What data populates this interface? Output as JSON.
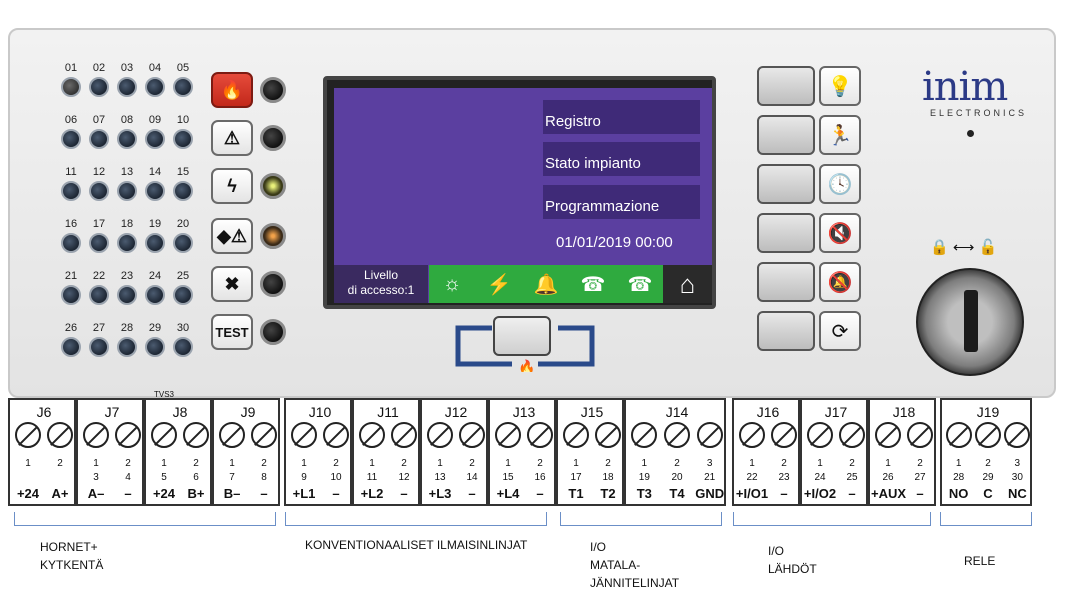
{
  "zones": {
    "row1": [
      "01",
      "02",
      "03",
      "04",
      "05"
    ],
    "row2": [
      "06",
      "07",
      "08",
      "09",
      "10"
    ],
    "row3": [
      "11",
      "12",
      "13",
      "14",
      "15"
    ],
    "row4": [
      "16",
      "17",
      "18",
      "19",
      "20"
    ],
    "row5": [
      "21",
      "22",
      "23",
      "24",
      "25"
    ],
    "row6": [
      "26",
      "27",
      "28",
      "29",
      "30"
    ]
  },
  "status_buttons": [
    {
      "icon": "fire-icon",
      "glyph": "🔥"
    },
    {
      "icon": "warning-icon",
      "glyph": "⚠"
    },
    {
      "icon": "power-fault-icon",
      "glyph": "ϟ"
    },
    {
      "icon": "disabled-icon",
      "glyph": "◆⚠"
    },
    {
      "icon": "cancel-icon",
      "glyph": "✖"
    },
    {
      "icon": "test-icon",
      "glyph": "TEST"
    }
  ],
  "display": {
    "menu": [
      "Registro",
      "Stato impianto",
      "Programmazione"
    ],
    "datetime": "01/01/2019 00:00",
    "level_line1": "Livello",
    "level_line2": "di accesso:1",
    "status_icons": [
      {
        "name": "sun-icon",
        "glyph": "☼"
      },
      {
        "name": "power-plug-icon",
        "glyph": "⚡"
      },
      {
        "name": "bell-icon",
        "glyph": "🔔"
      },
      {
        "name": "fire-call-icon",
        "glyph": "☎"
      },
      {
        "name": "fault-call-icon",
        "glyph": "☎"
      }
    ],
    "home_glyph": "⌂"
  },
  "function_keys": [
    {
      "icon": "lightbulb-icon",
      "glyph": "💡"
    },
    {
      "icon": "evacuation-icon",
      "glyph": "🏃"
    },
    {
      "icon": "clock-icon",
      "glyph": "🕓"
    },
    {
      "icon": "silence-buzzer-icon",
      "glyph": "🔇"
    },
    {
      "icon": "silence-alarm-icon",
      "glyph": "🔕"
    },
    {
      "icon": "reset-icon",
      "glyph": "⟳"
    }
  ],
  "brand": {
    "name": "inim",
    "sub": "ELECTRONICS"
  },
  "terminals": [
    {
      "j": "J6",
      "pins": [
        "1",
        "2"
      ],
      "sigs": [
        "+24",
        "A+"
      ]
    },
    {
      "j": "J7",
      "pins": [
        "3",
        "4"
      ],
      "pinLabels": [
        "1",
        "2"
      ],
      "sigs": [
        "A–",
        "–"
      ]
    },
    {
      "j": "J8",
      "pins": [
        "5",
        "6"
      ],
      "pinLabels": [
        "1",
        "2"
      ],
      "sigs": [
        "+24",
        "B+"
      ],
      "tag": "TVS3"
    },
    {
      "j": "J9",
      "pins": [
        "7",
        "8"
      ],
      "pinLabels": [
        "1",
        "2"
      ],
      "sigs": [
        "B–",
        "–"
      ]
    },
    {
      "j": "J10",
      "pins": [
        "9",
        "10"
      ],
      "pinLabels": [
        "1",
        "2"
      ],
      "sigs": [
        "+L1",
        "–"
      ]
    },
    {
      "j": "J11",
      "pins": [
        "11",
        "12"
      ],
      "pinLabels": [
        "1",
        "2"
      ],
      "sigs": [
        "+L2",
        "–"
      ]
    },
    {
      "j": "J12",
      "pins": [
        "13",
        "14"
      ],
      "pinLabels": [
        "1",
        "2"
      ],
      "sigs": [
        "+L3",
        "–"
      ]
    },
    {
      "j": "J13",
      "pins": [
        "15",
        "16"
      ],
      "pinLabels": [
        "1",
        "2"
      ],
      "sigs": [
        "+L4",
        "–"
      ]
    },
    {
      "j": "J15",
      "pins": [
        "17",
        "18"
      ],
      "pinLabels": [
        "1",
        "2"
      ],
      "sigs": [
        "T1",
        "T2"
      ]
    },
    {
      "j": "J14",
      "pins": [
        "19",
        "20",
        "21"
      ],
      "pinLabels": [
        "1",
        "2",
        "3"
      ],
      "sigs": [
        "T3",
        "T4",
        "GND"
      ]
    },
    {
      "j": "J16",
      "pins": [
        "22",
        "23"
      ],
      "pinLabels": [
        "1",
        "2"
      ],
      "sigs": [
        "+I/O1",
        "–"
      ]
    },
    {
      "j": "J17",
      "pins": [
        "24",
        "25"
      ],
      "pinLabels": [
        "1",
        "2"
      ],
      "sigs": [
        "+I/O2",
        "–"
      ]
    },
    {
      "j": "J18",
      "pins": [
        "26",
        "27"
      ],
      "pinLabels": [
        "1",
        "2"
      ],
      "sigs": [
        "+AUX",
        "–"
      ]
    },
    {
      "j": "J19",
      "pins": [
        "28",
        "29",
        "30"
      ],
      "pinLabels": [
        "1",
        "2",
        "3"
      ],
      "sigs": [
        "NO",
        "C",
        "NC"
      ]
    }
  ],
  "captions": {
    "hornet": [
      "HORNET+",
      "KYTKENTÄ"
    ],
    "conventional": [
      "KONVENTIONAALISET ILMAISINLINJAT"
    ],
    "io_low": [
      "I/O",
      "MATALA-",
      "JÄNNITELINJAT"
    ],
    "io_out": [
      "I/O",
      "LÄHDÖT"
    ],
    "relay": [
      "RELE"
    ]
  }
}
